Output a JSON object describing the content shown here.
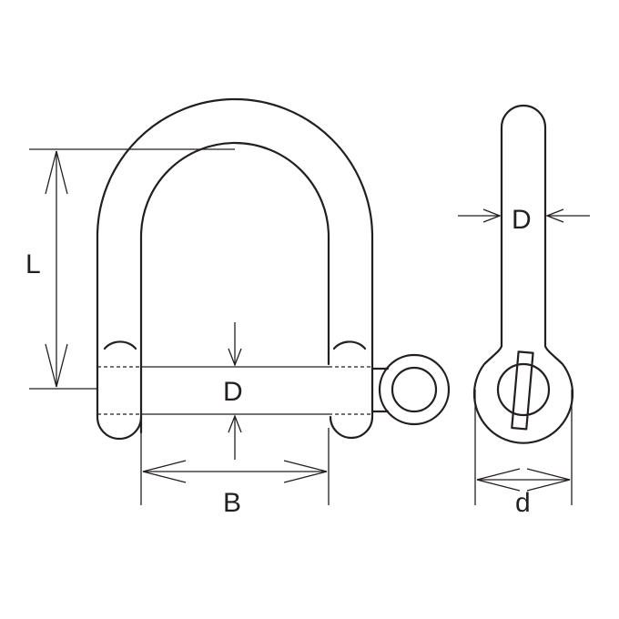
{
  "labels": {
    "length": "L",
    "pin_diameter_front": "D",
    "inner_width": "B",
    "shank_diameter_side": "D",
    "eye_width_side": "d"
  },
  "colors": {
    "line": "#231f20",
    "background": "#ffffff"
  }
}
